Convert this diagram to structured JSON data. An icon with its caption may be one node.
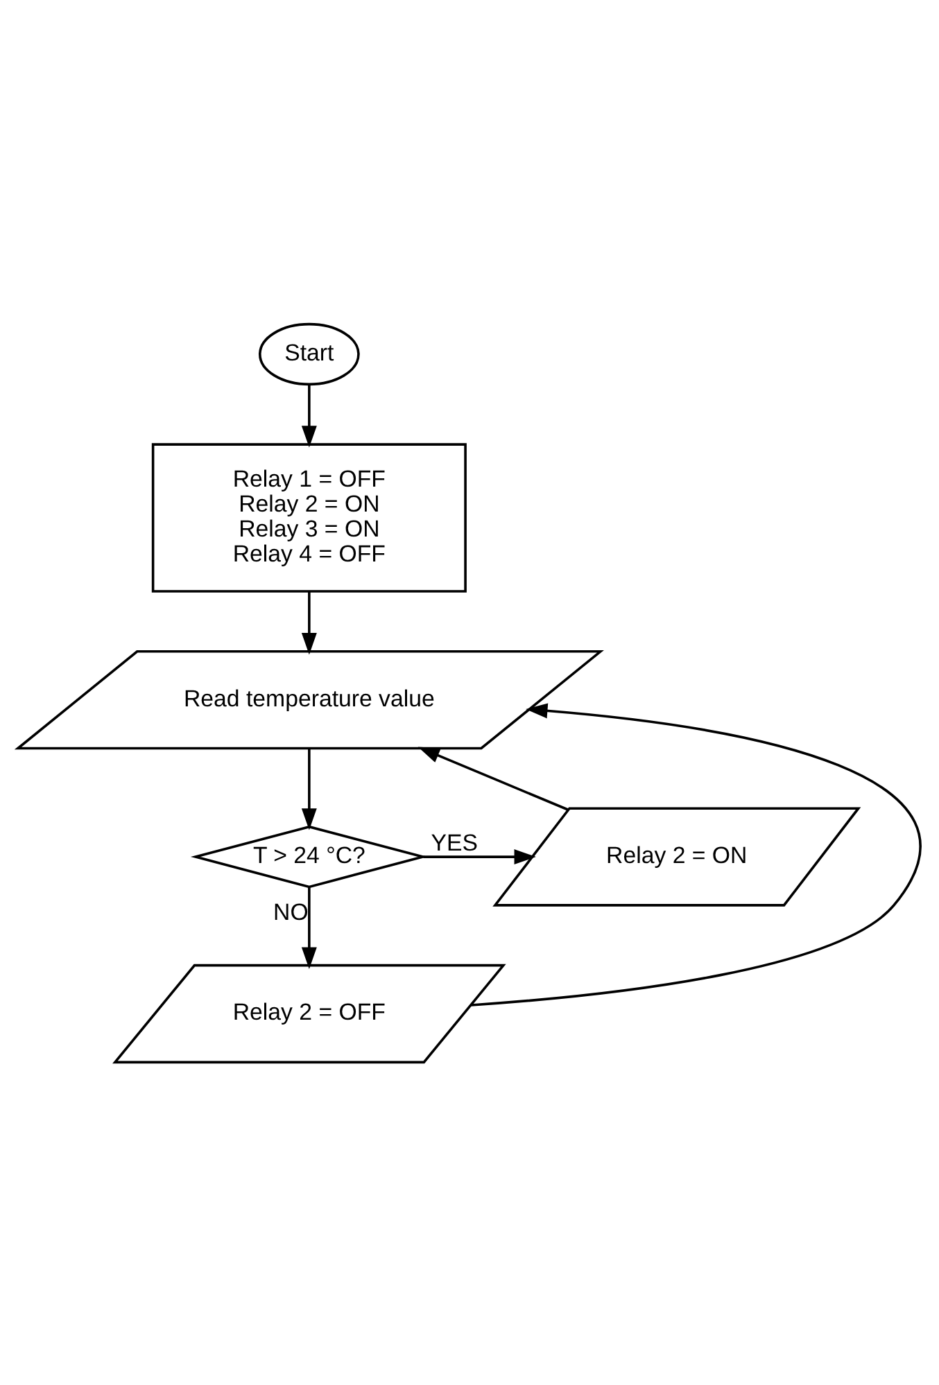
{
  "diagram": {
    "nodes": [
      {
        "text": [
          "Start"
        ]
      },
      {
        "text": [
          "Relay 1 = OFF",
          "Relay 2 = ON",
          "Relay 3 = ON",
          "Relay 4 = OFF"
        ]
      },
      {
        "text": [
          "Read temperature value"
        ]
      },
      {
        "text": [
          "T > 24 °C?"
        ]
      },
      {
        "text": [
          "Relay 2 = ON"
        ]
      },
      {
        "text": [
          "Relay 2 = OFF"
        ]
      }
    ],
    "edges": [
      {
        "from": 0,
        "to": 1,
        "arrow": "to"
      },
      {
        "from": 1,
        "to": 2,
        "arrow": "to"
      },
      {
        "from": 2,
        "to": 3,
        "arrow": "to"
      },
      {
        "from": 3,
        "to": 4,
        "arrow": "to",
        "label": "YES"
      },
      {
        "from": 3,
        "to": 5,
        "arrow": "to",
        "label": "NO"
      },
      {
        "from": 4,
        "to": 2,
        "arrow": "to"
      },
      {
        "from": 5,
        "to": 2,
        "arrow": "to"
      }
    ]
  }
}
